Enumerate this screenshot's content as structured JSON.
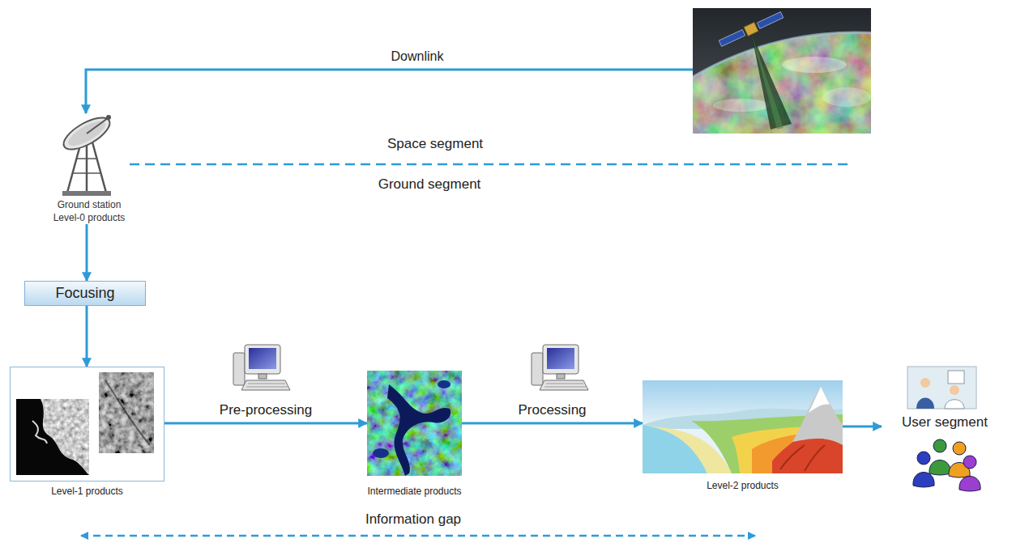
{
  "diagram": {
    "nodes": [
      {
        "text": [
          "Ground station",
          "Level-0 products"
        ]
      },
      {
        "text": [
          "Focusing"
        ]
      },
      {
        "text": [
          "Level-1 products"
        ]
      },
      {
        "text": [
          "Intermediate products"
        ]
      },
      {
        "text": [
          "Level-2 products"
        ]
      },
      {
        "text": [
          "User segment"
        ]
      }
    ],
    "edges": [
      {
        "from": 0,
        "to": 1,
        "arrow": "to"
      },
      {
        "from": 1,
        "to": 2,
        "arrow": "to"
      },
      {
        "from": 2,
        "to": 3,
        "arrow": "to",
        "label": "Pre-processing"
      },
      {
        "from": 3,
        "to": 4,
        "arrow": "to",
        "label": "Processing"
      },
      {
        "from": 4,
        "to": 5,
        "arrow": "to"
      }
    ],
    "labels": [
      "Downlink",
      "Space segment",
      "Ground segment",
      "Information gap"
    ]
  }
}
